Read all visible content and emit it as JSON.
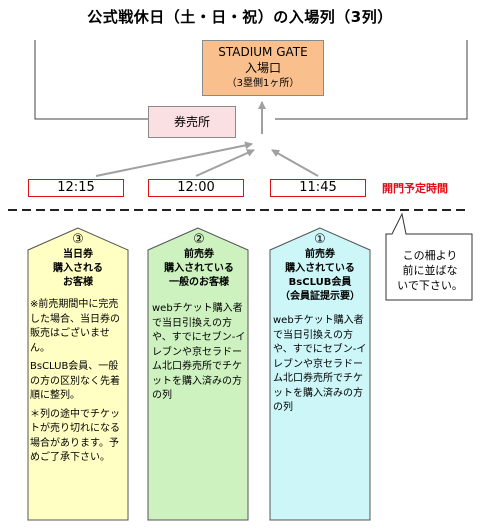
{
  "title": "公式戦休日（土・日・祝）の入場列（3列）",
  "gate": {
    "line1": "STADIUM GATE",
    "line2": "入場口",
    "line3": "（3塁側1ヶ所）"
  },
  "ticket_office": "券売所",
  "times": [
    "12:15",
    "12:00",
    "11:45"
  ],
  "open_label": "開門予定時間",
  "callout": [
    "この柵より",
    "前に並ばな",
    "いで下さい。"
  ],
  "columns": [
    {
      "num": "③",
      "head": [
        "当日券",
        "購入される",
        "お客様"
      ],
      "body": [
        "※前売期間中に完売した場合、当日券の販売はございません。",
        "BsCLUB会員、一般の方の区別なく先着順に整列。",
        "＊列の途中でチケットが売り切れになる場合があります。予めご了承下さい。"
      ]
    },
    {
      "num": "②",
      "head": [
        "前売券",
        "購入されている",
        "一般のお客様"
      ],
      "body": [
        "webチケット購入者で当日引換えの方や、すでにセブン-イレブンや京セラドーム北口券売所でチケットを購入済みの方の列"
      ]
    },
    {
      "num": "①",
      "head": [
        "前売券",
        "購入されている",
        "BsCLUB会員",
        "（会員証提示要）"
      ],
      "body": [
        "webチケット購入者で当日引換えの方や、すでにセブン-イレブンや京セラドーム北口券売所でチケットを購入済みの方の列"
      ]
    }
  ],
  "colors": {
    "col3_fill": "#ffffc4",
    "col2_fill": "#cdf2c0",
    "col1_fill": "#ccf6f8",
    "gate_fill": "#f9c08e",
    "ticket_fill": "#fbe0e3",
    "accent_red": "#e0101a"
  }
}
